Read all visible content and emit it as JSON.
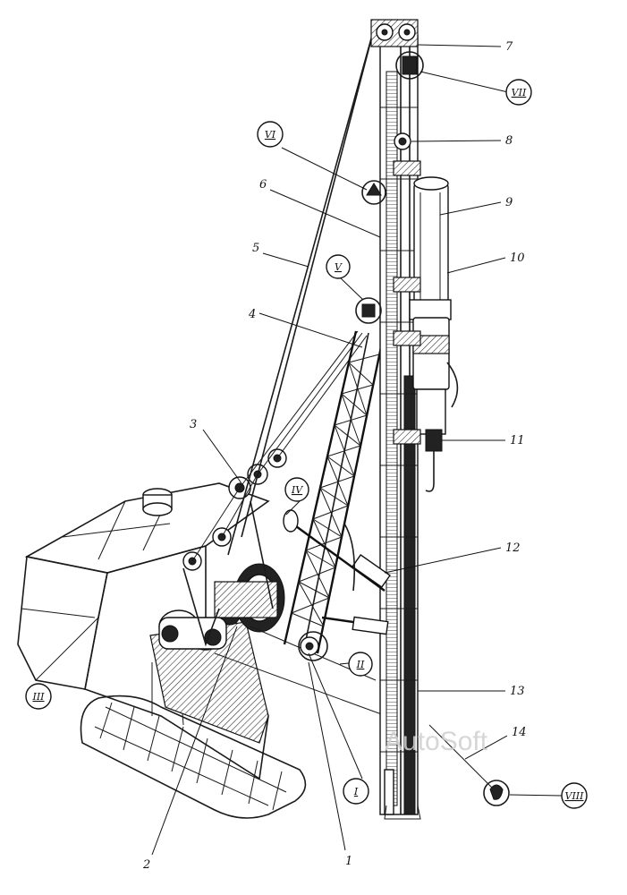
{
  "callouts": [
    "1",
    "2",
    "3",
    "4",
    "5",
    "6",
    "7",
    "8",
    "9",
    "10",
    "11",
    "12",
    "13",
    "14"
  ],
  "details": [
    "I",
    "II",
    "III",
    "IV",
    "V",
    "VI",
    "VII",
    "VIII"
  ],
  "watermark": "AutoSoft"
}
